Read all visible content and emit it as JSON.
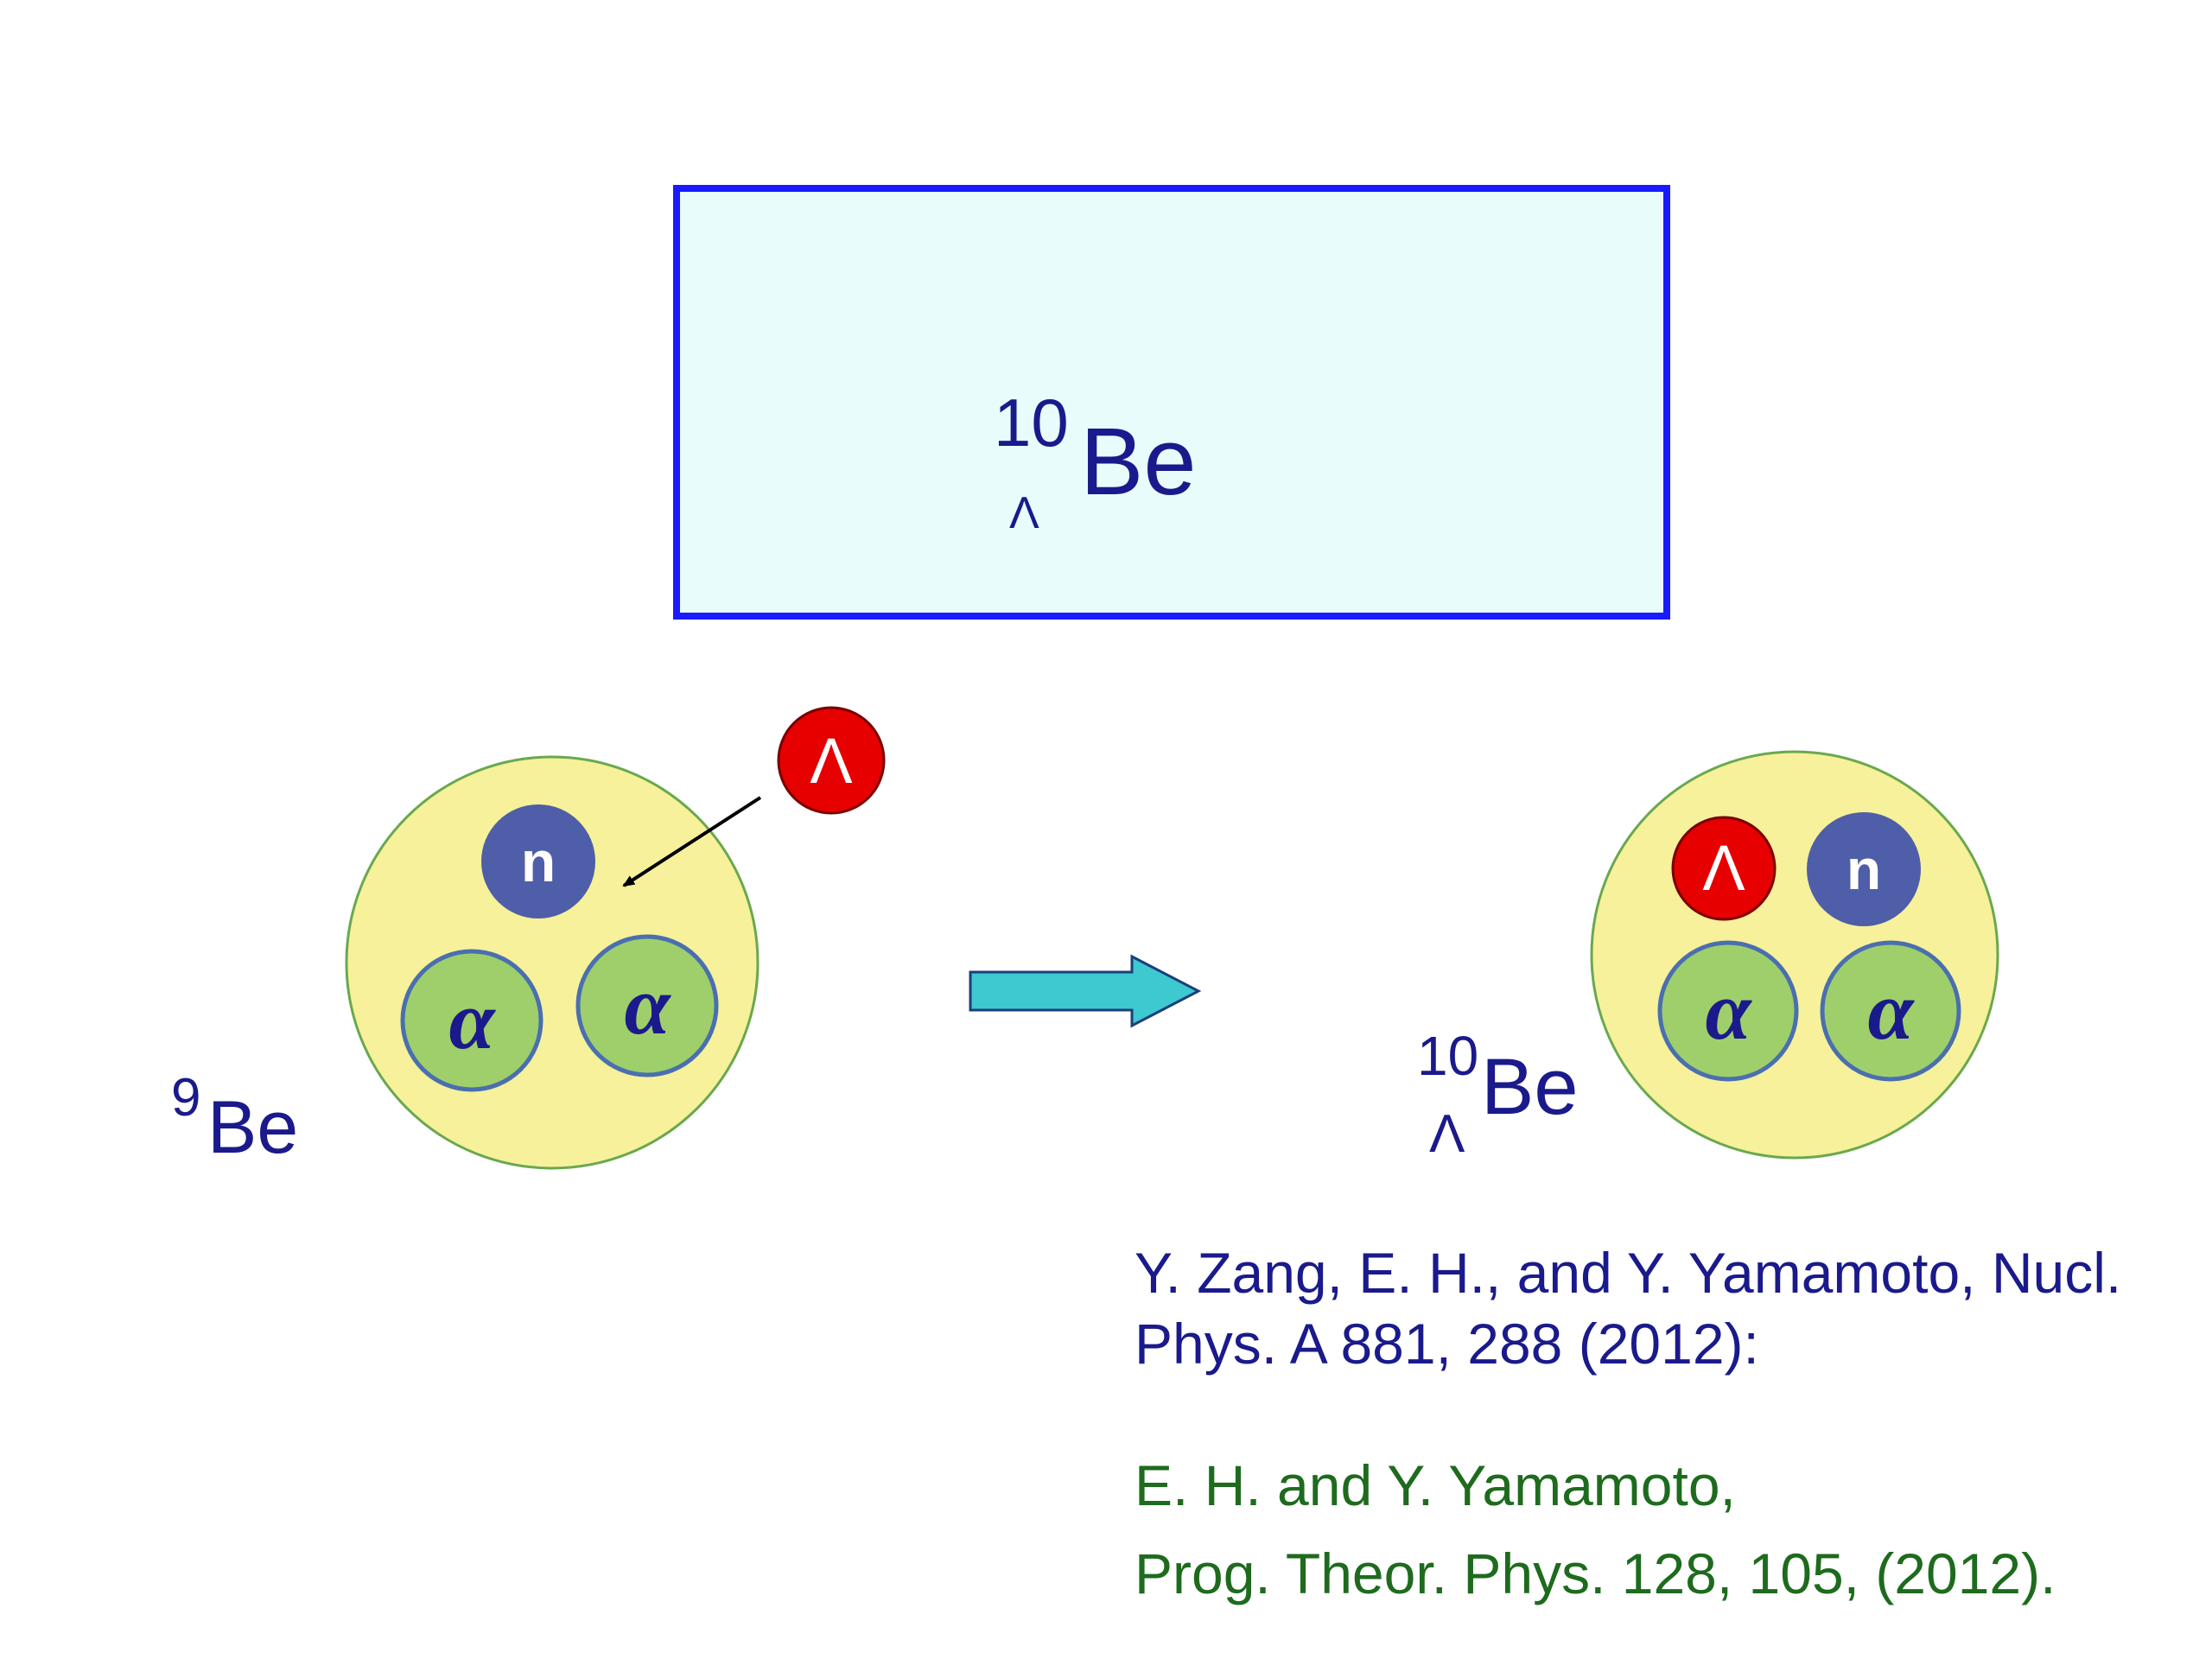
{
  "title": {
    "mass": "10",
    "symbol": "Be",
    "sub": "Λ"
  },
  "left_nucleus": {
    "label": {
      "mass": "9",
      "symbol": "Be"
    },
    "neutron": "n",
    "alphas": [
      "α",
      "α"
    ]
  },
  "incoming_particle": "Λ",
  "right_nucleus": {
    "label": {
      "mass": "10",
      "symbol": "Be",
      "sub": "Λ"
    },
    "lambda": "Λ",
    "neutron": "n",
    "alphas": [
      "α",
      "α"
    ]
  },
  "references": {
    "ref1_line1": "Y. Zang, E. H., and Y. Yamamoto, Nucl.",
    "ref1_line2": "Phys. A 881, 288 (2012):",
    "ref2_line1": "E. H. and Y. Yamamoto,",
    "ref2_line2": "Prog. Theor. Phys. 128, 105, (2012)."
  },
  "colors": {
    "box_fill": "#e8fcfc",
    "box_border": "#1a1aff",
    "nucleus_fill": "#f6f19a",
    "nucleus_border": "#6aa84f",
    "alpha_fill": "#9fcf6a",
    "alpha_border": "#4a6fb0",
    "neutron_fill": "#4f5ea8",
    "lambda_fill": "#e60000",
    "arrow_fill": "#3ec8d0",
    "label_text": "#1a1a8c",
    "ref2_text": "#1e6b1e"
  }
}
